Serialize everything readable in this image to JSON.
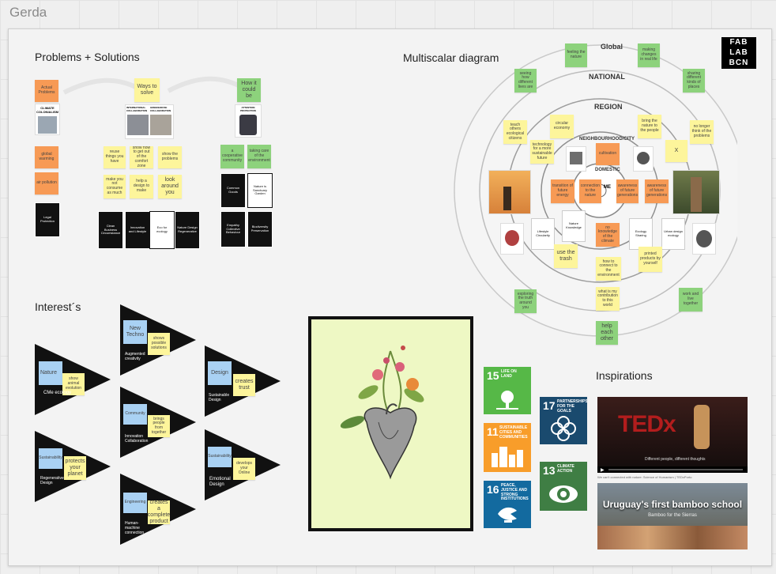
{
  "board": {
    "name": "Gerda"
  },
  "logo": {
    "lines": [
      "FAB",
      "LAB",
      "BCN"
    ]
  },
  "problems": {
    "title": "Problems + Solutions",
    "col1": {
      "header": "Actual Problems",
      "img_caption": "CLIMATE COLONIALISM",
      "note1": "global warming",
      "note2": "air pollution",
      "card": "Legal Protection"
    },
    "col2": {
      "header": "Ways to solve",
      "img_caption1": "INTERNATIONAL COLLABORATION",
      "img_caption2": "GREENHOUSE COLLABORATION",
      "notes": [
        "reuse things you have",
        "show how to get out of the comfort zone",
        "show the problems",
        "make you not consume as much",
        "help a design to make",
        "look around you"
      ],
      "cards": [
        "Clean Business Circumstance",
        "Innovation and Lifestyle",
        "Eco for ecology",
        "Nature Design Regenerative"
      ]
    },
    "col3": {
      "header": "How it could be",
      "img_caption": "ATTENTION PROTECTION",
      "notes": [
        "a cooperative community",
        "taking care of the environment"
      ],
      "cards": [
        "Common Goods",
        "Nature is Sanctuary Garden",
        "Empathy Collective Behaviour",
        "Biodiversity Preservation"
      ]
    }
  },
  "multiscalar": {
    "title": "Multiscalar diagram",
    "rings": [
      "Global",
      "NATIONAL",
      "REGION",
      "NEIGHBOURHOOD/CITY",
      "DOMESTIC"
    ],
    "center": "ME",
    "notes": {
      "feeling_nature": "feeling the nature",
      "g_top_right": "making changes in real life",
      "g_left": "seeing how different lives are",
      "g_right": "sharing different kinds of places",
      "y_reg_left": "teach others ecological citizens",
      "y_reg_mid": "circular economy",
      "y_reg_right": "bring the nature to the people",
      "y_reg_far_right": "no longer think of the problems",
      "y_tech": "technology for a more sustainable future",
      "y_x": "X",
      "o_dom_left": "transition of future energy",
      "o_dom_mid": "connection to the nature",
      "o_dom_right": "awareness of future generations",
      "o_city_top": "cultivation",
      "y_use_trash": "use the trash",
      "o_city_bottom": "no knowledge of the climate",
      "y_reg_bottom_left": "how to connect to the environment",
      "y_reg_bottom_right": "printed products by yourself",
      "y_nat_bottom": "what is my contribution to this world",
      "g_bottom_left": "exploring the truth around you",
      "g_bottom_right": "work and live together",
      "g_bottom": "help each other",
      "card_left": "Lifestyle Circularity",
      "card_mid": "Nature Knowledge",
      "card_right": "Ecology Sharing",
      "card_far_right": "Urban design ecology"
    }
  },
  "interests": {
    "title": "Interest´s",
    "items": [
      {
        "blue": "Nature",
        "yellow": "show animal evolution",
        "label": "CMe ecology"
      },
      {
        "blue": "New Techno",
        "yellow": "shows possible solutions",
        "label": "Augmented creativity"
      },
      {
        "blue": "Design",
        "yellow": "creates trust",
        "label": "Sustainable Design"
      },
      {
        "blue": "Community",
        "yellow": "brings people from together",
        "label": "Innovation Collaboration"
      },
      {
        "blue": "Sustainability",
        "yellow": "protects your planet",
        "label": "Regenerative Design"
      },
      {
        "blue": "Sustainability",
        "yellow": "develops your Online",
        "label": "Emotional Design"
      },
      {
        "blue": "Engineering",
        "yellow": "creates a complete product",
        "label": "Human-machine connection"
      }
    ]
  },
  "sdg": [
    {
      "num": "15",
      "text": "LIFE ON LAND",
      "color": "#56b847"
    },
    {
      "num": "17",
      "text": "PARTNERSHIPS FOR THE GOALS",
      "color": "#1a4a6e"
    },
    {
      "num": "11",
      "text": "SUSTAINABLE CITIES AND COMMUNITIES",
      "color": "#f89d2a"
    },
    {
      "num": "13",
      "text": "CLIMATE ACTION",
      "color": "#3f7e44"
    },
    {
      "num": "16",
      "text": "PEACE, JUSTICE AND STRONG INSTITUTIONS",
      "color": "#136a9f"
    }
  ],
  "inspirations": {
    "title": "Inspirations",
    "video1": {
      "brand": "TEDx",
      "caption": "Different people, different thoughts"
    },
    "video1_title": "We can't connected with nature: Science of Humanism | TEDxPorto",
    "video2": {
      "title": "Uruguay's first bamboo school",
      "subtitle": "Bamboo for the Sierras"
    }
  },
  "colors": {
    "yellow": "#fdf59b",
    "orange": "#f79a55",
    "green": "#8dd27c",
    "blue": "#a9d1f3"
  }
}
